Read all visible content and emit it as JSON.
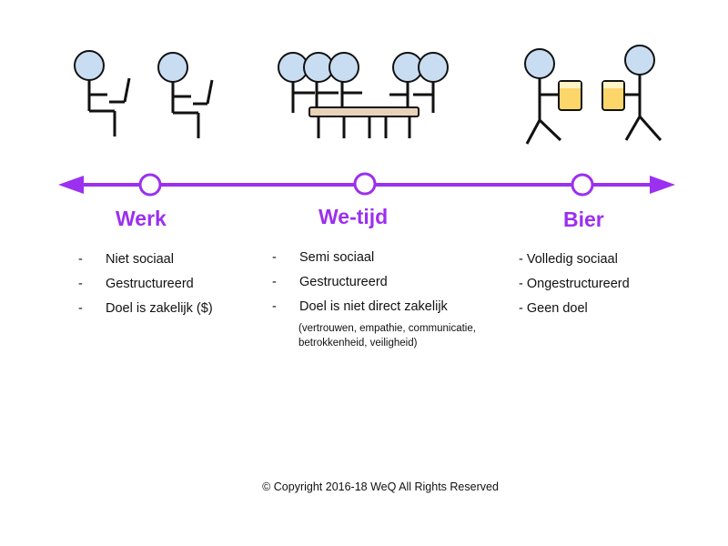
{
  "colors": {
    "accent": "#9b30f0",
    "head_fill": "#c9ddf2",
    "table_fill": "#e8d2b8",
    "beer_fill": "#fcd66a",
    "line": "#111111"
  },
  "icons": [
    "workers-icon",
    "table-meeting-icon",
    "beer-people-icon",
    "double-arrow-timeline-icon"
  ],
  "timeline": {
    "stages": [
      {
        "title": "Werk",
        "bullet_style": "dash",
        "items": [
          "Niet sociaal",
          "Gestructureerd",
          "Doel is zakelijk ($)"
        ]
      },
      {
        "title": "We-tijd",
        "bullet_style": "dash",
        "items": [
          "Semi sociaal",
          "Gestructureerd",
          "Doel is niet direct zakelijk"
        ],
        "note": "(vertrouwen, empathie, communicatie, betrokkenheid, veiligheid)"
      },
      {
        "title": "Bier",
        "bullet_style": "inline",
        "items": [
          "- Volledig sociaal",
          "- Ongestructureerd",
          "- Geen doel"
        ]
      }
    ]
  },
  "footer": {
    "copyright": "© Copyright 2016-18 WeQ All Rights Reserved"
  }
}
